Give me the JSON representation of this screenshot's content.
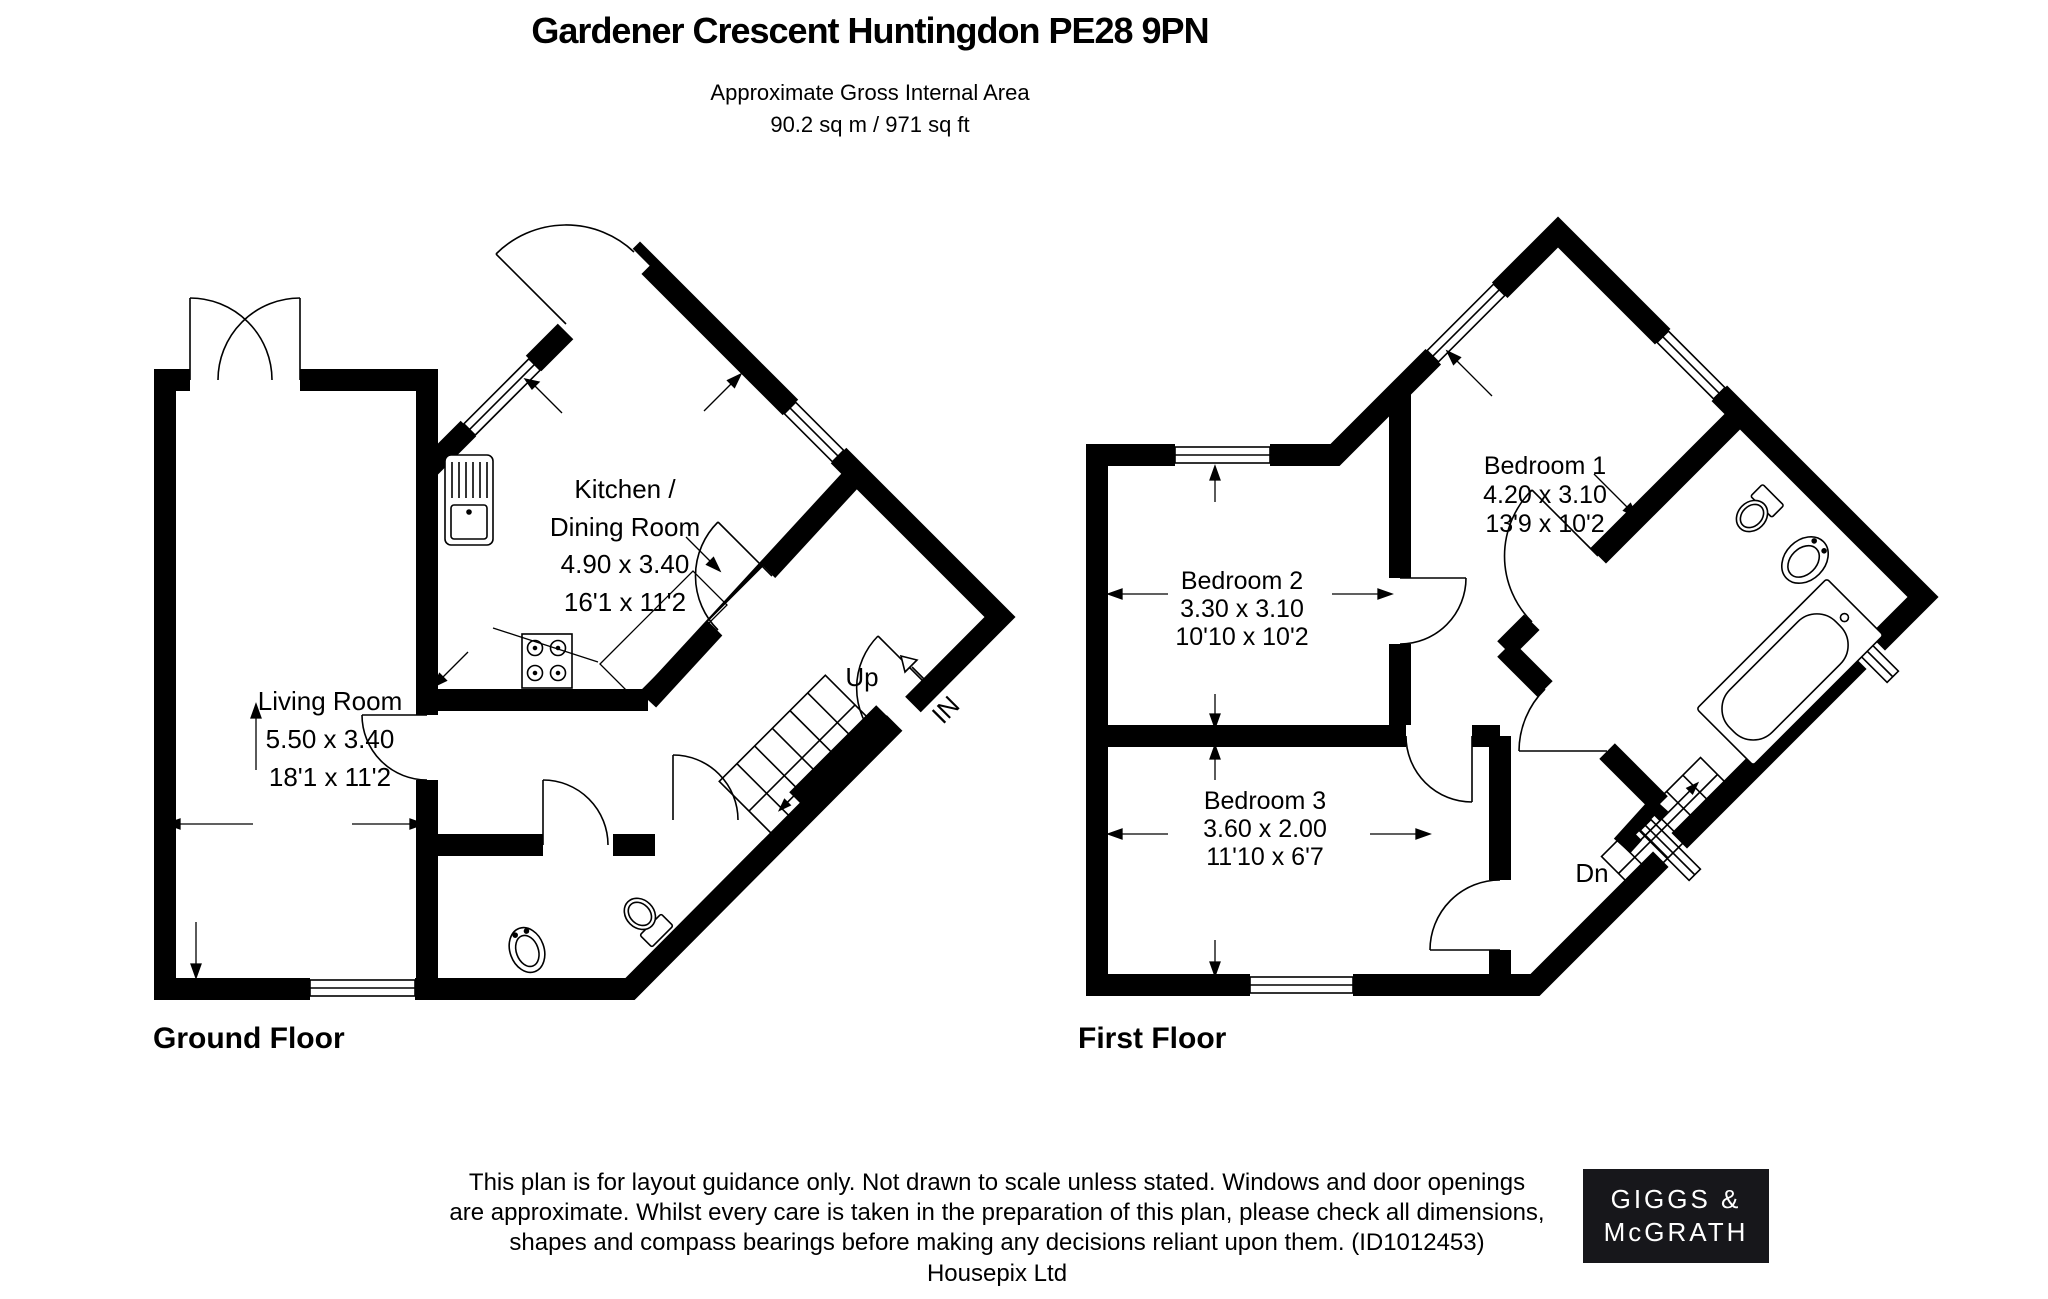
{
  "header": {
    "title": "Gardener Crescent Huntingdon PE28 9PN",
    "subtitle": "Approximate Gross Internal Area",
    "area": "90.2 sq m / 971 sq ft"
  },
  "ground_floor": {
    "label": "Ground Floor",
    "living_room": {
      "name": "Living Room",
      "metric": "5.50 x 3.40",
      "imperial": "18'1 x 11'2"
    },
    "kitchen": {
      "name_line1": "Kitchen /",
      "name_line2": "Dining Room",
      "metric": "4.90 x 3.40",
      "imperial": "16'1 x 11'2"
    },
    "stairs_label": "Up",
    "entrance_label": "IN"
  },
  "first_floor": {
    "label": "First Floor",
    "bedroom1": {
      "name": "Bedroom 1",
      "metric": "4.20 x 3.10",
      "imperial": "13'9 x 10'2"
    },
    "bedroom2": {
      "name": "Bedroom 2",
      "metric": "3.30 x 3.10",
      "imperial": "10'10 x 10'2"
    },
    "bedroom3": {
      "name": "Bedroom 3",
      "metric": "3.60 x 2.00",
      "imperial": "11'10 x 6'7"
    },
    "stairs_label": "Dn"
  },
  "footer": {
    "line1": "This plan is for layout guidance only. Not drawn to scale unless stated. Windows and door openings",
    "line2": "are approximate. Whilst every care is taken in the preparation of this plan, please check all dimensions,",
    "line3": "shapes and compass bearings before making any decisions reliant upon them. (ID1012453)",
    "credit": "Housepix Ltd"
  },
  "logo": {
    "line1": "GIGGS &",
    "line2": "McGRATH"
  },
  "colors": {
    "wall": "#000000",
    "background": "#ffffff",
    "logo_bg": "#17171b"
  }
}
